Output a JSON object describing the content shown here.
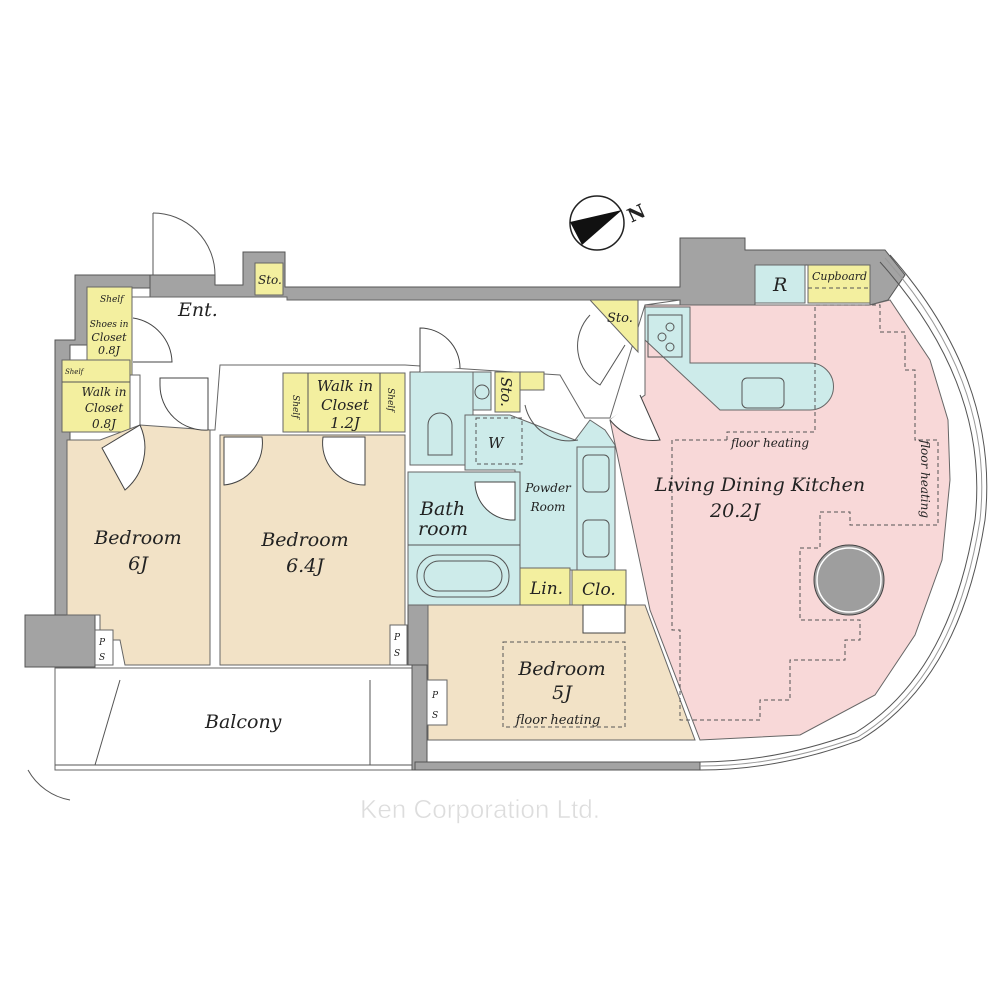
{
  "rooms": {
    "entrance": "Ent.",
    "sto_entry": "Sto.",
    "shelf_shoes": "Shelf",
    "shoes_closet": [
      "Shoes in",
      "Closet",
      "0.8J"
    ],
    "shelf_wic_small": "Shelf",
    "wic_small": [
      "Walk in",
      "Closet",
      "0.8J"
    ],
    "wic_large": [
      "Walk in",
      "Closet",
      "1.2J"
    ],
    "shelf_left": "Shelf",
    "shelf_right": "Shelf",
    "bedroom1": [
      "Bedroom",
      "6J"
    ],
    "bedroom2": [
      "Bedroom",
      "6.4J"
    ],
    "bedroom3": [
      "Bedroom",
      "5J"
    ],
    "bedroom3_note": "floor heating",
    "sto_hall": "Sto.",
    "sto_wc": "Sto.",
    "washer": "W",
    "powder_room": [
      "Powder",
      "Room"
    ],
    "bathroom": [
      "Bath",
      "room"
    ],
    "linen": "Lin.",
    "closet": "Clo.",
    "ldk": [
      "Living Dining Kitchen",
      "20.2J"
    ],
    "ldk_note_top": "floor heating",
    "ldk_note_right": "floor heating",
    "refrigerator": "R",
    "cupboard": "Cupboard",
    "balcony": "Balcony",
    "ps": [
      "P",
      "S"
    ]
  },
  "compass": {
    "label": "N"
  },
  "watermark": "Ken Corporation Ltd.",
  "colors": {
    "bedroom": "#f2e2c6",
    "ldk": "#f8d8d8",
    "wet": "#cdebea",
    "storage": "#f3ef9f",
    "wall": "#a3a3a3"
  }
}
